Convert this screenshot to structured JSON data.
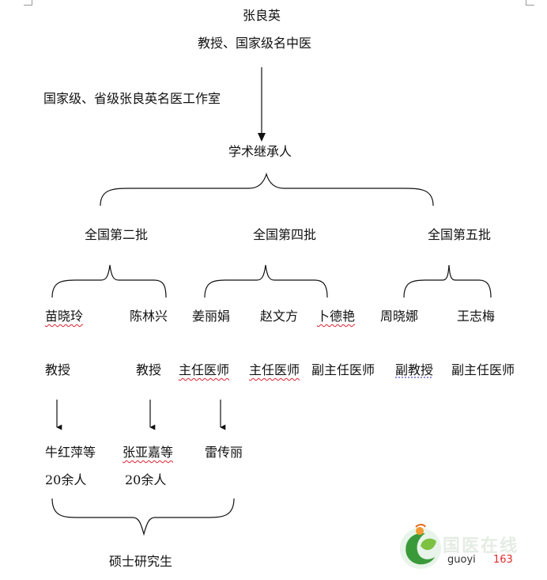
{
  "root": {
    "name": "张良英",
    "title": "教授、国家级名中医"
  },
  "arrow_label": "国家级、省级张良英名医工作室",
  "heir_label": "学术继承人",
  "batches": [
    "全国第二批",
    "全国第四批",
    "全国第五批"
  ],
  "people": [
    "苗晓玲",
    "陈林兴",
    "姜丽娟",
    "赵文方",
    "卜德艳",
    "周晓娜",
    "王志梅"
  ],
  "titles": [
    "教授",
    "教授",
    "主任医师",
    "主任医师",
    "副主任医师",
    "副教授",
    "副主任医师"
  ],
  "students": [
    {
      "name": "牛红萍等",
      "count": "20余人"
    },
    {
      "name": "张亚嘉等",
      "count": "20余人"
    },
    {
      "name": "雷传丽",
      "count": ""
    }
  ],
  "student_label": "硕士研究生",
  "watermark": {
    "brand": "国医在线",
    "site": "guoyi163"
  }
}
